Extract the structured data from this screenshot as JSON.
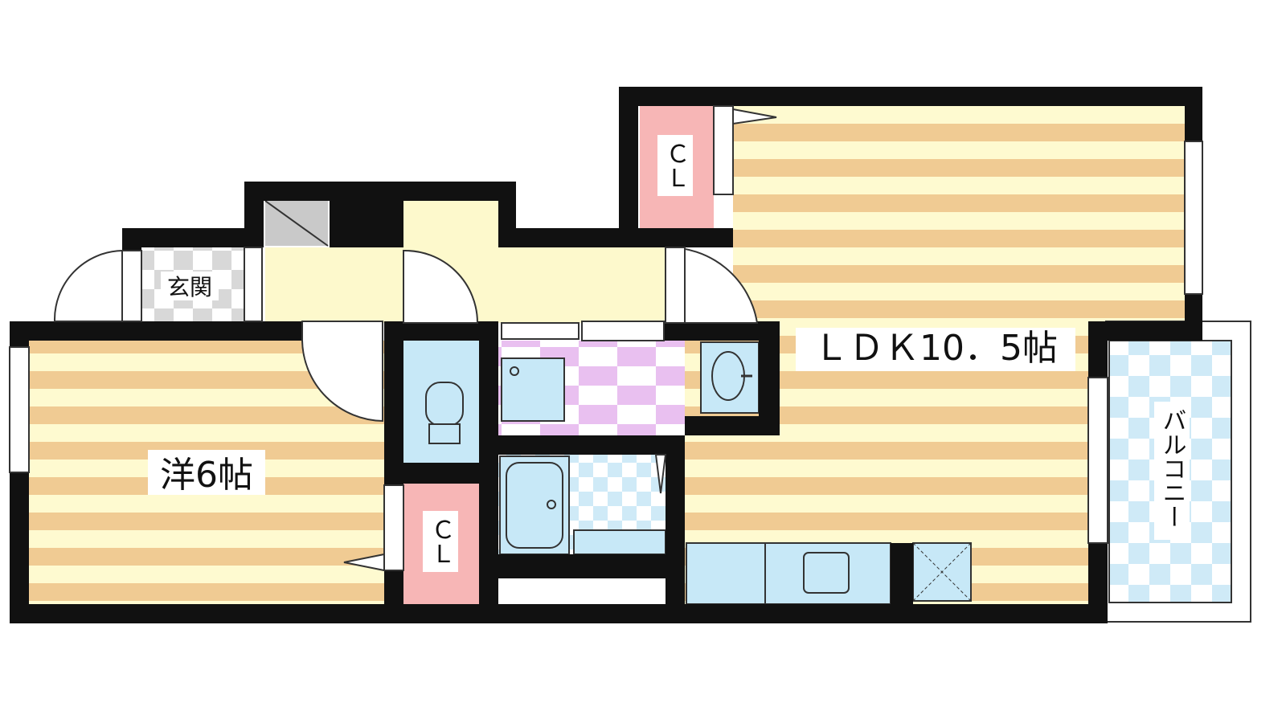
{
  "rooms": {
    "ldk": {
      "label": "ＬＤＫ10．5帖"
    },
    "western": {
      "label": "洋6帖"
    },
    "genkan": {
      "label": "玄関"
    },
    "balcony": {
      "label": "バルコニー"
    },
    "closet_ldk": {
      "label": "ＣＬ"
    },
    "closet_western": {
      "label": "ＣＬ"
    }
  },
  "colors": {
    "wall": "#111111",
    "floor_stripe": "#f0cb93",
    "floor_base": "#fefad0",
    "closet": "#f7b6b6",
    "wet_area": "#c7e8f7",
    "washroom_check": "#e9c0f0",
    "balcony_check": "#cfeaf7",
    "genkan_check": "#d8d8d8",
    "hall": "#fdf9cc"
  }
}
